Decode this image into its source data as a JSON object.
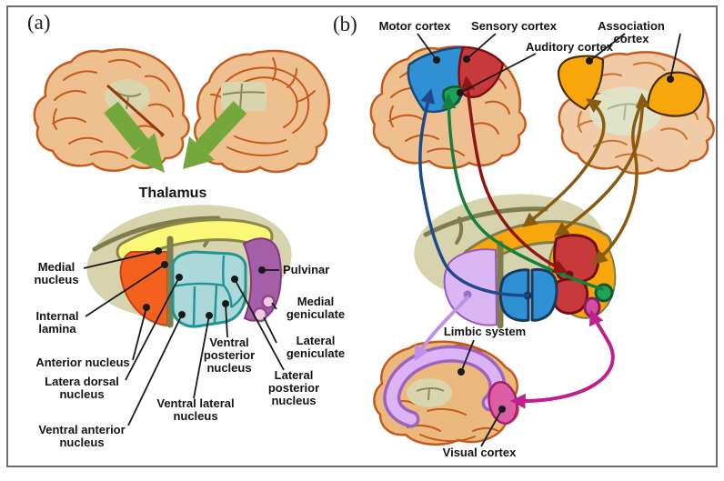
{
  "panel_a": {
    "tag": "(a)",
    "title": "Thalamus",
    "labels": {
      "medial_nucleus": "Medial\nnucleus",
      "internal_lamina": "Internal\nlamina",
      "anterior_nucleus": "Anterior nucleus",
      "latera_dorsal": "Latera dorsal\nnucleus",
      "ventral_anterior": "Ventral anterior\nnucleus",
      "ventral_lateral": "Ventral lateral\nnucleus",
      "ventral_posterior": "Ventral\nposterior\nnucleus",
      "lateral_posterior": "Lateral\nposterior\nnucleus",
      "pulvinar": "Pulvinar",
      "medial_geniculate": "Medial\ngeniculate",
      "lateral_geniculate": "Lateral\ngeniculate"
    }
  },
  "panel_b": {
    "tag": "(b)",
    "labels": {
      "motor_cortex": "Motor cortex",
      "sensory_cortex": "Sensory cortex",
      "auditory_cortex": "Auditory cortex",
      "association_cortex": "Association cortex",
      "limbic_system": "Limbic system",
      "visual_cortex": "Visual cortex"
    }
  },
  "colors": {
    "brain_tan": "#EFC08F",
    "brain_tan_light": "#F0CBA6",
    "brain_outline": "#C3591B",
    "thalamus_beige": "#D7D3AC",
    "olive": "#7F7C4D",
    "yellow_medial": "#FAF876",
    "orange_anterior": "#F4611F",
    "teal_ventral": "#ABD9D9",
    "teal_border": "#1F9494",
    "purple_pulvinar": "#A55FA8",
    "geniculate_pink": "#F2CAE4",
    "motor_blue": "#2F90D4",
    "sensory_red": "#C8393B",
    "auditory_green": "#1FA257",
    "association_orange": "#F7A60B",
    "limbic_lavender": "#DCB5F5",
    "visual_magenta": "#D4509F",
    "arrow_green": "#74A83C",
    "arrow_blue": "#1C4A8C",
    "arrow_dark_red": "#8F1616",
    "arrow_brown": "#8A5A10",
    "arrow_lavender": "#BD93E8",
    "arrow_magenta": "#C0208E"
  }
}
